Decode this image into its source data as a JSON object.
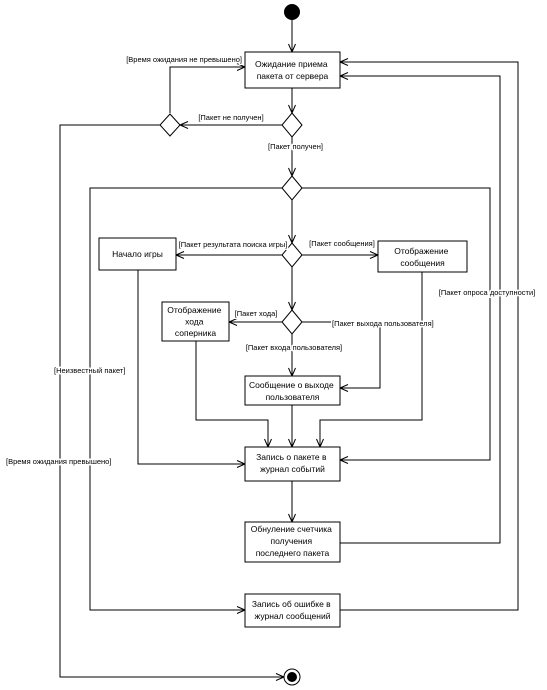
{
  "colors": {
    "line": "#000000",
    "background": "#ffffff"
  },
  "activities": {
    "wait_packet": [
      "Ожидание приема",
      "пакета от сервера"
    ],
    "game_start": [
      "Начало игры"
    ],
    "show_message": [
      "Отображение",
      "сообщения"
    ],
    "show_opponent_move": [
      "Отображение",
      "хода",
      "соперника"
    ],
    "user_exit_message": [
      "Сообщение о выходе",
      "пользователя"
    ],
    "log_packet": [
      "Запись о пакете в",
      "журнал событий"
    ],
    "reset_counter": [
      "Обнуление счетчика",
      "получения",
      "последнего пакета"
    ],
    "log_error": [
      "Запись об ошибке в",
      "журнал сообщений"
    ]
  },
  "guards": {
    "timeout_not_exceeded": "[Время ожидания не превышено]",
    "packet_not_received": "[Пакет не получен]",
    "packet_received": "[Пакет получен]",
    "search_result_packet": "[Пакет результата поиска игры]",
    "message_packet": "[Пакет сообщения]",
    "availability_poll_packet": "[Пакет опроса доступности]",
    "move_packet": "[Пакет хода]",
    "user_exit_packet": "[Пакет выхода пользователя]",
    "user_enter_packet": "[Пакет входа пользователя]",
    "unknown_packet": "[Неизвестный пакет]",
    "timeout_exceeded": "[Время ожидания превышено]"
  }
}
